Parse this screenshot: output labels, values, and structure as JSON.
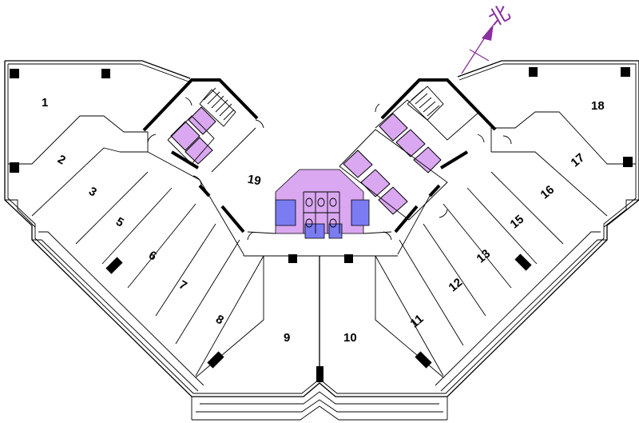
{
  "compass": {
    "label": "北",
    "color": "#8a2fa0"
  },
  "colors": {
    "core": "#d9a8f0",
    "accessible_wc": "#7b7bf2"
  },
  "units": [
    {
      "id": "1",
      "label": "1"
    },
    {
      "id": "2",
      "label": "2"
    },
    {
      "id": "3",
      "label": "3"
    },
    {
      "id": "5",
      "label": "5"
    },
    {
      "id": "6",
      "label": "6"
    },
    {
      "id": "7",
      "label": "7"
    },
    {
      "id": "8",
      "label": "8"
    },
    {
      "id": "9",
      "label": "9"
    },
    {
      "id": "10",
      "label": "10"
    },
    {
      "id": "11",
      "label": "11"
    },
    {
      "id": "12",
      "label": "12"
    },
    {
      "id": "13",
      "label": "13"
    },
    {
      "id": "15",
      "label": "15"
    },
    {
      "id": "16",
      "label": "16"
    },
    {
      "id": "17",
      "label": "17"
    },
    {
      "id": "18",
      "label": "18"
    },
    {
      "id": "19",
      "label": "19"
    }
  ]
}
